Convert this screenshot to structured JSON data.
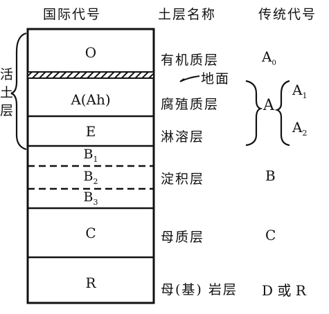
{
  "headers": {
    "international_code": "国际代号",
    "soil_layer_name": "土层名称",
    "traditional_code": "传统代号"
  },
  "active_soil_layer_label": [
    "活",
    "土",
    "层"
  ],
  "ground_surface_label": "地面",
  "layers": [
    {
      "code": "O",
      "name": "有机质层",
      "traditional": "A"
    },
    {
      "code": "A(Ah)",
      "name": "腐殖质层"
    },
    {
      "code": "E",
      "name": "淋溶层"
    },
    {
      "code": "B",
      "name": "淀积层",
      "traditional": "B"
    },
    {
      "code": "C",
      "name": "母质层",
      "traditional": "C"
    },
    {
      "code": "R",
      "name": "母(基) 岩层",
      "traditional": "D 或 R"
    }
  ],
  "b_sublayers": [
    "B",
    "B",
    "B"
  ],
  "b_sublayer_subscripts": [
    "1",
    "2",
    "3"
  ],
  "o_traditional_subscript": "0",
  "a_group": {
    "label": "A",
    "sub": [
      "A",
      "A"
    ],
    "sub_subscripts": [
      "1",
      "2"
    ]
  }
}
